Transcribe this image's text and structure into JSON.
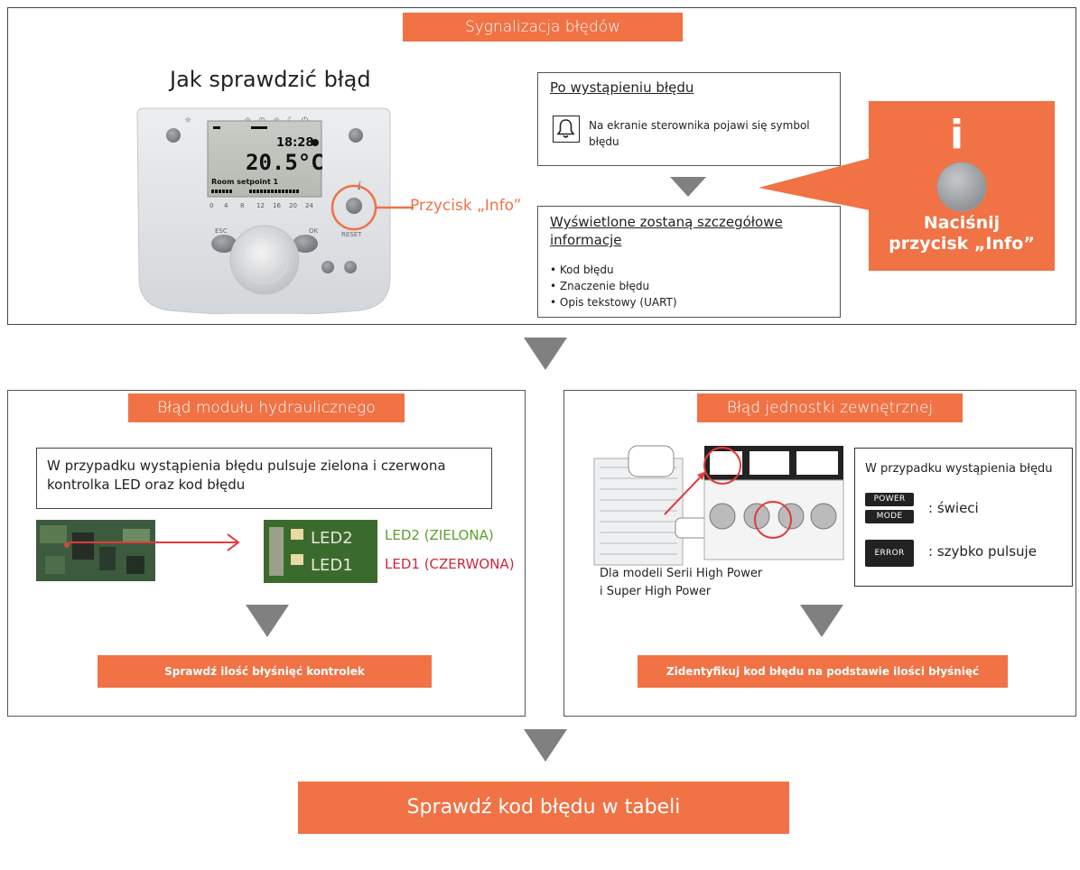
{
  "colors": {
    "accent": "#f07245",
    "arrow_gray": "#808080",
    "led_green": "#5aa02c",
    "led_red": "#d0263b"
  },
  "top": {
    "header": "Sygnalizacja błędów",
    "left_title": "Jak sprawdzić błąd",
    "controller_info_label": "Przycisk „Info”",
    "controller_display": {
      "time": "18:28",
      "temp": "20.5°C",
      "setpoint": "Room setpoint 1",
      "scale": [
        "0",
        "4",
        "8",
        "12",
        "16",
        "20",
        "24"
      ],
      "esc": "ESC",
      "ok": "OK",
      "reset": "RESET",
      "info": "i"
    },
    "box1": {
      "title": "Po wystąpieniu błędu",
      "text": "Na ekranie sterownika pojawi się symbol błędu",
      "icon": "bell-icon"
    },
    "box2": {
      "title": "Wyświetlone zostaną szczegółowe informacje",
      "items": [
        "• Kod błędu",
        "• Znaczenie błędu",
        "• Opis tekstowy (UART)"
      ]
    },
    "info_panel": {
      "glyph": "i",
      "label_line1": "Naciśnij",
      "label_line2": "przycisk „Info”"
    }
  },
  "left_section": {
    "header": "Błąd modułu hydraulicznego",
    "note": "W przypadku wystąpienia błędu pulsuje zielona i czerwona kontrolka LED oraz kod błędu",
    "led2": "LED2 (ZIELONA)",
    "led1": "LED1 (CZERWONA)",
    "led_board_labels": [
      "LED2",
      "LED1"
    ],
    "action": "Sprawdź ilość błyśnięć kontrolek"
  },
  "right_section": {
    "header": "Błąd jednostki zewnętrznej",
    "caption_line1": "Dla modeli Serii High Power",
    "caption_line2": "i Super High Power",
    "legend_title": "W przypadku wystąpienia błędu",
    "power_key": "POWER",
    "mode_key": "MODE",
    "power_desc": ": świeci",
    "error_key": "ERROR",
    "error_desc": ": szybko pulsuje",
    "action": "Zidentyfikuj kod błędu na podstawie ilości błyśnięć"
  },
  "final": {
    "label": "Sprawdź kod błędu w tabeli"
  }
}
